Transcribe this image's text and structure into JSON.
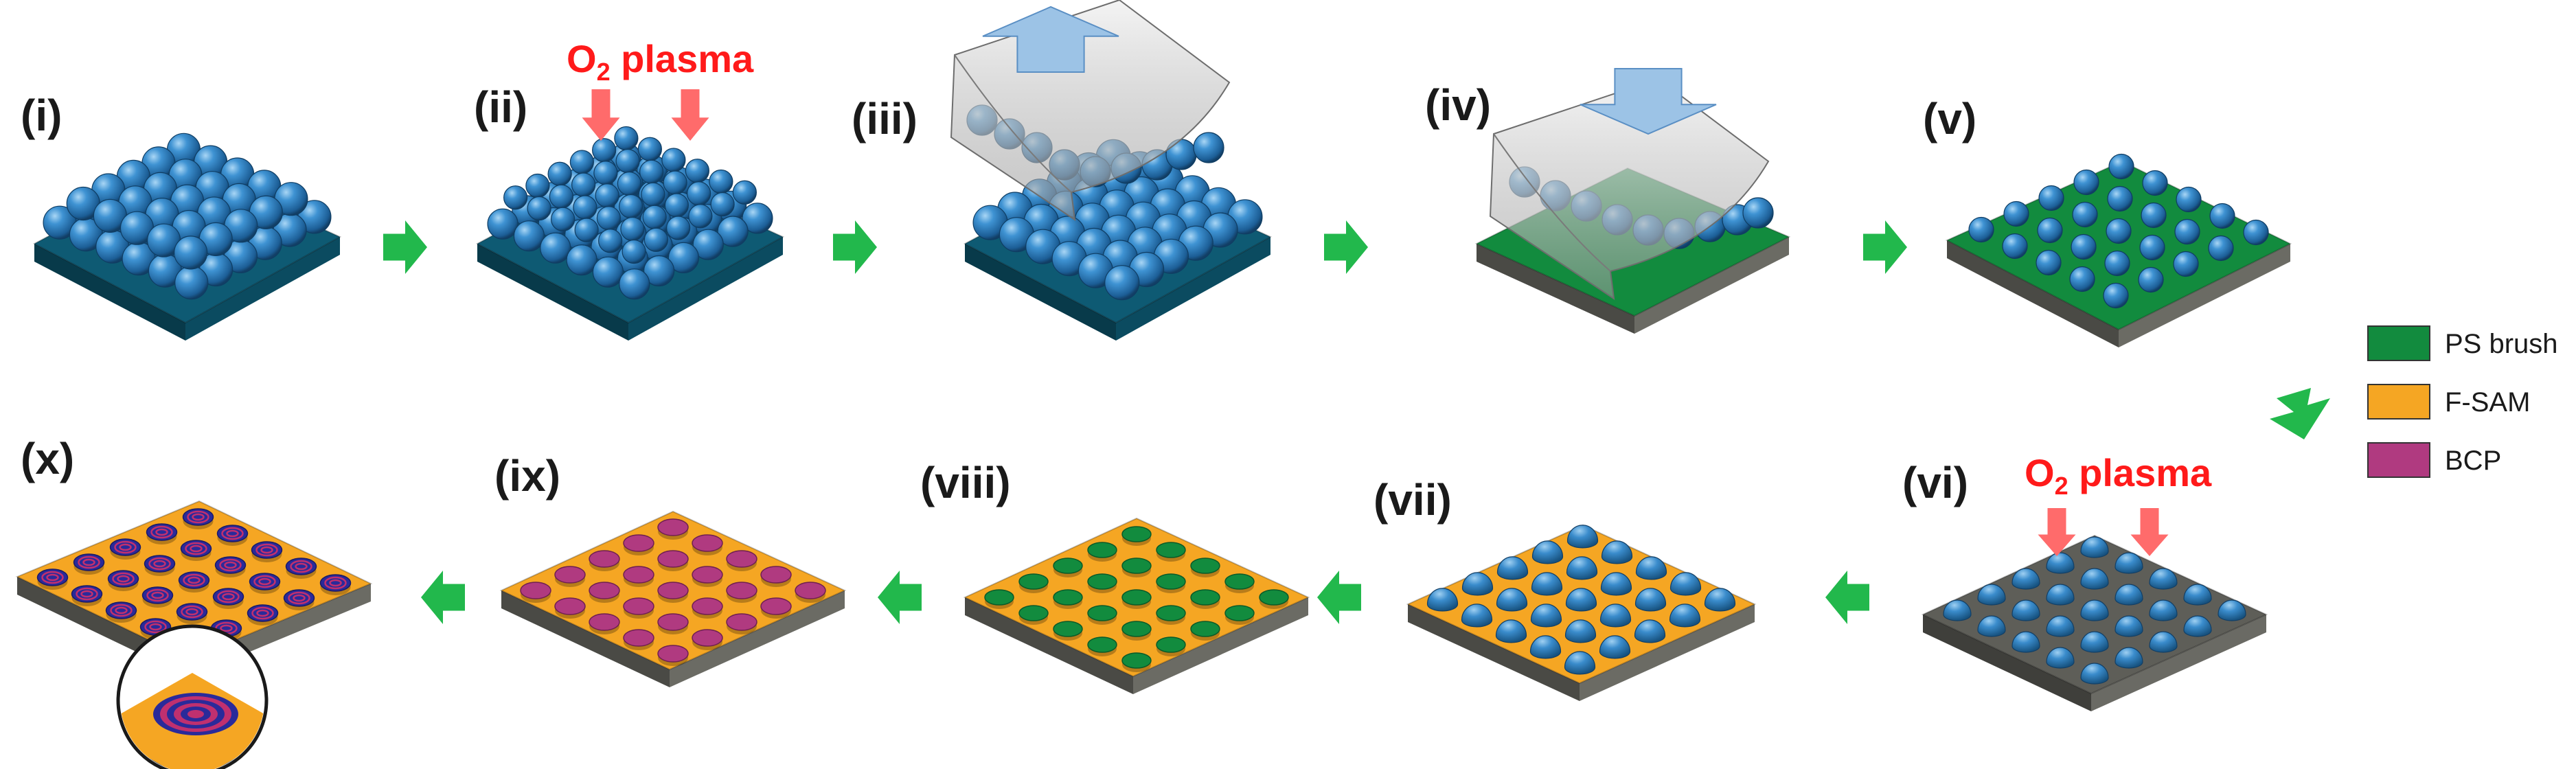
{
  "steps": [
    {
      "label": "(i)"
    },
    {
      "label": "(ii)"
    },
    {
      "label": "(iii)"
    },
    {
      "label": "(iv)"
    },
    {
      "label": "(v)"
    },
    {
      "label": "(vi)"
    },
    {
      "label": "(vii)"
    },
    {
      "label": "(viii)"
    },
    {
      "label": "(ix)"
    },
    {
      "label": "(x)"
    }
  ],
  "plasma": {
    "prefix": "O",
    "subscript": "2",
    "suffix": " plasma"
  },
  "legend": [
    {
      "label": "PS brush",
      "color": "#128b3e"
    },
    {
      "label": "F-SAM",
      "color": "#f5a623"
    },
    {
      "label": "BCP",
      "color": "#b03a80"
    }
  ],
  "colors": {
    "sphere": "#2e7fc0",
    "substrate_top": "#0e5a73",
    "substrate_side": "#083a4a",
    "ps_brush": "#128b3e",
    "f_sam": "#f5a623",
    "bcp": "#b03a80",
    "gray_substrate": "#5e5e58",
    "step_arrow": "#22b84c",
    "plasma_arrow": "#ff6b6b",
    "press_arrow": "#9cc3e6"
  }
}
